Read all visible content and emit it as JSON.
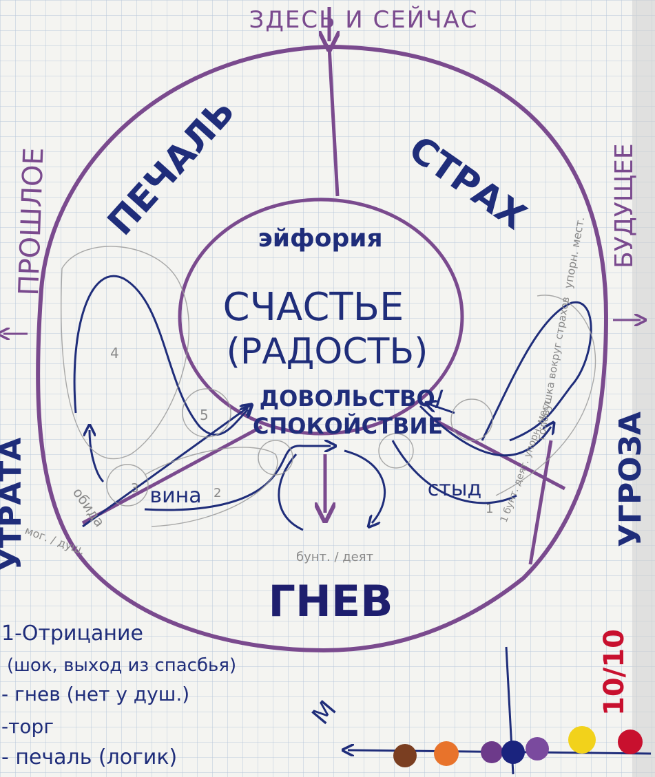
{
  "top": {
    "label": "ЗДЕСЬ И СЕЙЧАС"
  },
  "side": {
    "past": "ПРОШЛОЕ",
    "future": "БУДУЩЕЕ",
    "loss": "УТРАТА",
    "threat": "УГРОЗА"
  },
  "emotions": {
    "sadness": "ПЕЧАЛЬ",
    "fear": "СТРАХ",
    "anger": "ГНЕВ",
    "euphoria": "эйфория",
    "happiness": "СЧАСТЬЕ",
    "joy": "(РАДОСТЬ)",
    "contentment": "ДОВОЛЬСТВО/",
    "calm": "СПОКОЙСТВИЕ",
    "guilt": "вина",
    "shame": "стыд"
  },
  "pencil": {
    "n4": "4",
    "n5": "5",
    "n3": "3",
    "n2": "2",
    "n1": "1",
    "rebel": "бунт. / деят",
    "left_note": "обида",
    "left_note2": "мог. / душ.",
    "right_note1": "упорн. мест.",
    "right_note2": "головушка вокруг страхов",
    "right_note3": "1 бунт. деят. упорн. мест."
  },
  "list": {
    "items": [
      "1-Отрицание",
      "(шок, выход из спасбья)",
      "- гнев (нет у душ.)",
      "-торг",
      "- печаль (логик)"
    ]
  },
  "scale": {
    "label": "10/10",
    "axis": "M"
  },
  "colors": {
    "purple": "#7a4a8e",
    "navy": "#1f2d7a",
    "grid": "#b9c7db",
    "red": "#c8102e"
  }
}
